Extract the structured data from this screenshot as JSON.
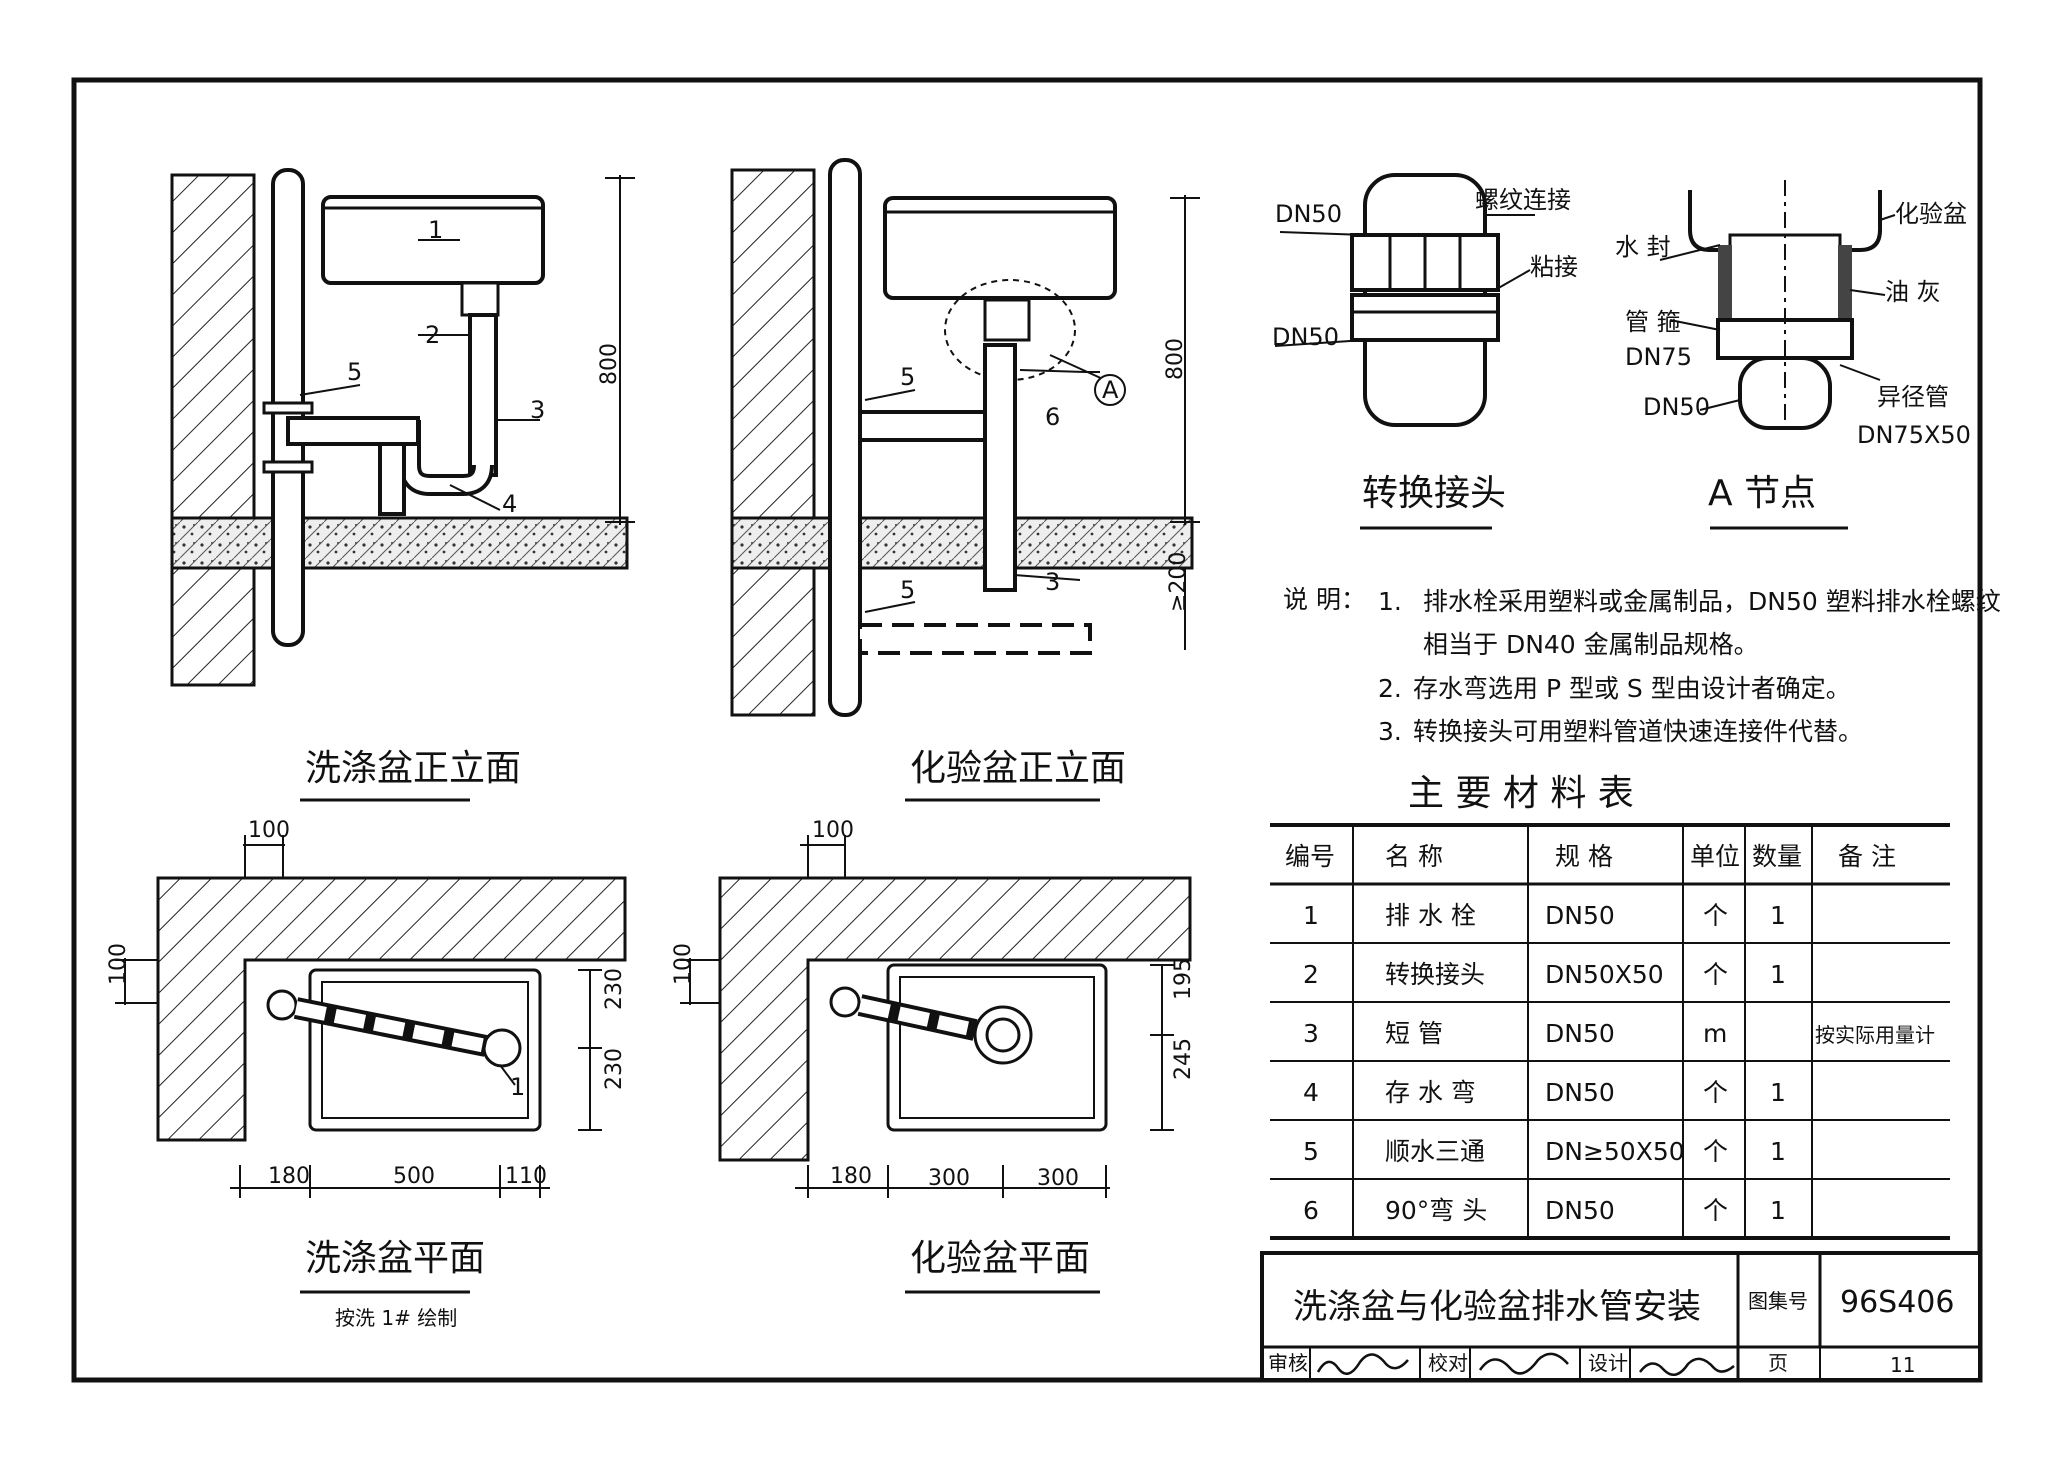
{
  "sheet": {
    "title": "洗涤盆与化验盆排水管安装",
    "atlas_label": "图集号",
    "atlas_no": "96S406",
    "page_label": "页",
    "page_no": "11",
    "review_label": "审核",
    "check_label": "校对",
    "design_label": "设计"
  },
  "views": {
    "sink_elev": {
      "caption": "洗涤盆正立面",
      "callouts": [
        "1",
        "2",
        "3",
        "4",
        "5"
      ],
      "height_dim": "800"
    },
    "lab_elev": {
      "caption": "化验盆正立面",
      "callouts": [
        "5",
        "6",
        "3",
        "5"
      ],
      "detail_ref": "A",
      "height_dim": "800",
      "depth_dim": "≥200"
    },
    "sink_plan": {
      "caption": "洗涤盆平面",
      "subcaption": "按洗 1# 绘制",
      "dims": {
        "top": "100",
        "left": "100",
        "right_upper": "230",
        "right_lower": "230",
        "bottom_a": "180",
        "bottom_b": "500",
        "bottom_c": "110"
      },
      "callout": "1"
    },
    "lab_plan": {
      "caption": "化验盆平面",
      "dims": {
        "top": "100",
        "left": "100",
        "right_upper": "195",
        "right_lower": "245",
        "bottom_a": "180",
        "bottom_b": "300",
        "bottom_c": "300"
      }
    }
  },
  "details": {
    "adapter": {
      "caption": "转换接头",
      "labels": {
        "top_size": "DN50",
        "bottom_size": "DN50",
        "thread": "螺纹连接",
        "glue": "粘接"
      }
    },
    "node_a": {
      "caption": "A 节点",
      "labels": {
        "basin": "化验盆",
        "seal": "水 封",
        "putty": "油 灰",
        "sleeve": "管 箍",
        "sleeve_size": "DN75",
        "pipe_size": "DN50",
        "reducer": "异径管",
        "reducer_size": "DN75X50"
      }
    }
  },
  "notes": {
    "heading": "说 明：",
    "items": [
      {
        "no": "1.",
        "text": "排水栓采用塑料或金属制品，DN50 塑料排水栓螺纹",
        "cont": "相当于 DN40 金属制品规格。"
      },
      {
        "no": "2.",
        "text": "存水弯选用 P 型或 S 型由设计者确定。",
        "cont": ""
      },
      {
        "no": "3.",
        "text": "转换接头可用塑料管道快速连接件代替。",
        "cont": ""
      }
    ]
  },
  "materials": {
    "title": "主 要 材 料 表",
    "headers": [
      "编号",
      "名 称",
      "规 格",
      "单位",
      "数量",
      "备 注"
    ],
    "rows": [
      [
        "1",
        "排 水 栓",
        "DN50",
        "个",
        "1",
        ""
      ],
      [
        "2",
        "转换接头",
        "DN50X50",
        "个",
        "1",
        ""
      ],
      [
        "3",
        "短 管",
        "DN50",
        "m",
        "",
        "按实际用量计"
      ],
      [
        "4",
        "存 水 弯",
        "DN50",
        "个",
        "1",
        ""
      ],
      [
        "5",
        "顺水三通",
        "DN≥50X50",
        "个",
        "1",
        ""
      ],
      [
        "6",
        "90°弯 头",
        "DN50",
        "个",
        "1",
        ""
      ]
    ]
  }
}
